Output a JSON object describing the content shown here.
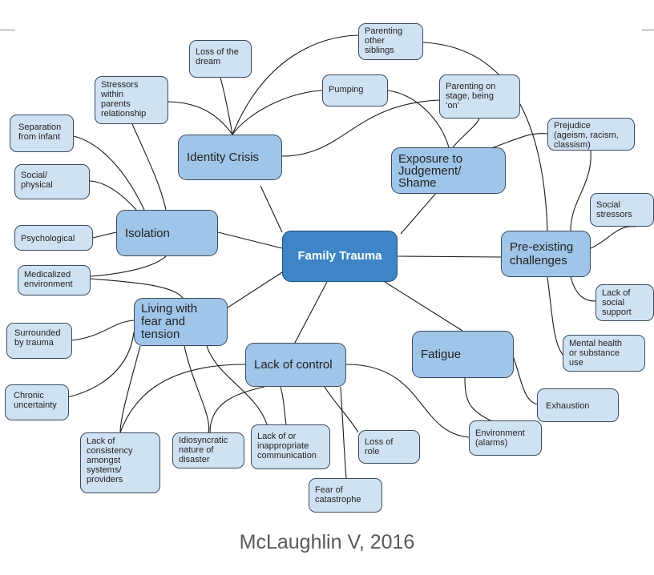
{
  "diagram": {
    "center": "Family Trauma",
    "branches": {
      "identity": "Identity Crisis",
      "exposure": "Exposure to\nJudgement/\nShame",
      "preexisting": "Pre-existing\nchallenges",
      "isolation": "Isolation",
      "fear": "Living with\nfear and\ntension",
      "control": "Lack of control",
      "fatigue": "Fatigue"
    },
    "leaves": {
      "loss_dream": "Loss of the\ndream",
      "parenting_siblings": "Parenting\nother\nsiblings",
      "stressors_relationship": "Stressors\nwithin\nparents\nrelationship",
      "pumping": "Pumping",
      "parenting_stage": "Parenting on\nstage, being\n‘on’",
      "prejudice": "Prejudice\n(ageism, racism,\nclassism)",
      "separation": "Separation\nfrom infant",
      "social_physical": "Social/\nphysical",
      "psychological": "Psychological",
      "medicalized": "Medicalized\nenvironment",
      "surrounded": "Surrounded\nby trauma",
      "chronic": "Chronic\nuncertainty",
      "consistency": "Lack of\nconsistency\namongst\nsystems/\nproviders",
      "idiosyncratic": "Idiosyncratic\nnature of\ndisaster",
      "communication": "Lack of or\ninappropriate\ncommunication",
      "loss_role": "Loss of\nrole",
      "catastrophe": "Fear of\ncatastrophe",
      "environment": "Environment\n(alarms)",
      "exhaustion": "Exhaustion",
      "social_stressors": "Social\nstressors",
      "social_support": "Lack of\nsocial\nsupport",
      "mental_health": "Mental health\nor substance\nuse"
    }
  },
  "credit": "McLaughlin V, 2016"
}
